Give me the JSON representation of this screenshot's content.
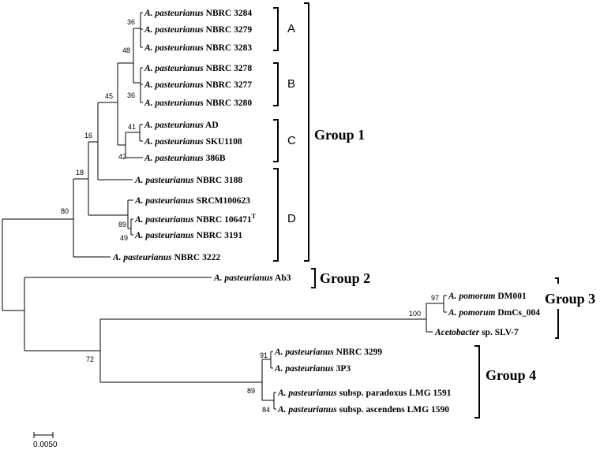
{
  "taxa": [
    {
      "genus": "A. pasteurianus",
      "strain": "NBRC 3284",
      "sup": ""
    },
    {
      "genus": "A. pasteurianus",
      "strain": "NBRC 3279",
      "sup": ""
    },
    {
      "genus": "A. pasteurianus",
      "strain": "NBRC 3283",
      "sup": ""
    },
    {
      "genus": "A. pasteurianus",
      "strain": "NBRC 3278",
      "sup": ""
    },
    {
      "genus": "A. pasteurianus",
      "strain": "NBRC 3277",
      "sup": ""
    },
    {
      "genus": "A. pasteurianus",
      "strain": "NBRC 3280",
      "sup": ""
    },
    {
      "genus": "A. pasteurianus",
      "strain": "AD",
      "sup": ""
    },
    {
      "genus": "A. pasteurianus",
      "strain": "SKU1108",
      "sup": ""
    },
    {
      "genus": "A. pasteurianus",
      "strain": "386B",
      "sup": ""
    },
    {
      "genus": "A. pasteurianus",
      "strain": "NBRC 3188",
      "sup": ""
    },
    {
      "genus": "A. pasteurianus",
      "strain": "SRCM100623",
      "sup": ""
    },
    {
      "genus": "A. pasteurianus",
      "strain": "NBRC 106471",
      "sup": "T"
    },
    {
      "genus": "A. pasteurianus",
      "strain": "NBRC 3191",
      "sup": ""
    },
    {
      "genus": "A. pasteurianus",
      "strain": "NBRC 3222",
      "sup": ""
    },
    {
      "genus": "A. pasteurianus",
      "strain": "Ab3",
      "sup": ""
    },
    {
      "genus": "A. pomorum",
      "strain": "DM001",
      "sup": ""
    },
    {
      "genus": "A. pomorum",
      "strain": "DmCs_004",
      "sup": ""
    },
    {
      "genus": "Acetobacter",
      "strain": "sp. SLV-7",
      "sup": ""
    },
    {
      "genus": "A. pasteurianus",
      "strain": "NBRC 3299",
      "sup": ""
    },
    {
      "genus": "A. pasteurianus",
      "strain": "3P3",
      "sup": ""
    },
    {
      "genus": "A. pasteurianus",
      "strain": "subsp. paradoxus LMG 1591",
      "sup": ""
    },
    {
      "genus": "A. pasteurianus",
      "strain": "subsp. ascendens LMG 1590",
      "sup": ""
    }
  ],
  "bootstrap": [
    "36",
    "48",
    "36",
    "45",
    "41",
    "42",
    "16",
    "18",
    "80",
    "89",
    "49",
    "97",
    "100",
    "91",
    "89",
    "84",
    "72"
  ],
  "subgroups": [
    "A",
    "B",
    "C",
    "D"
  ],
  "groups": [
    "Group 1",
    "Group 2",
    "Group 3",
    "Group 4"
  ],
  "scale_label": "0.0050"
}
